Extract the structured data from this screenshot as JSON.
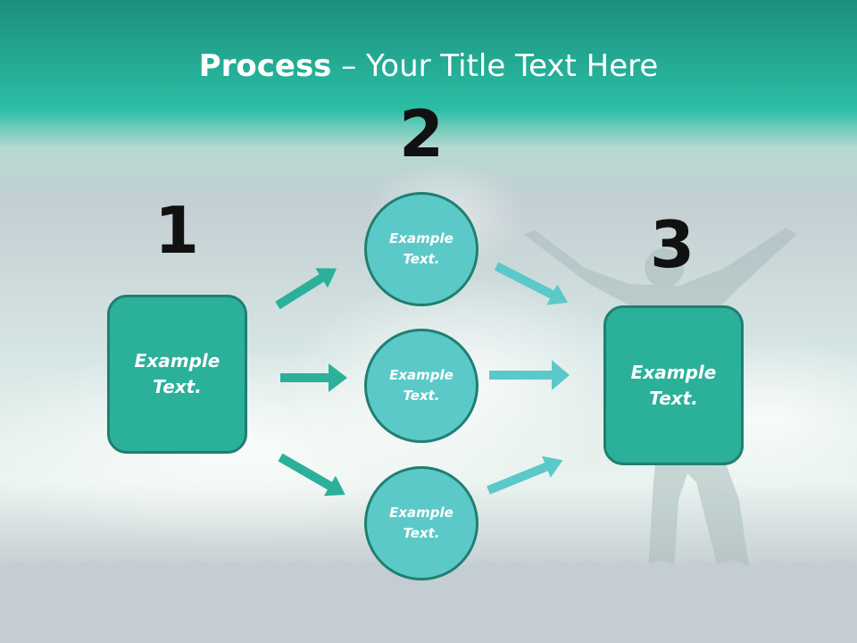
{
  "slide": {
    "title_bold": "Process",
    "title_rest": " – Your Title Text Here",
    "steps": [
      "1",
      "2",
      "3"
    ],
    "left_box": "Example\nText.",
    "right_box": "Example\nText.",
    "circles": [
      "Example\nText.",
      "Example\nText.",
      "Example\nText."
    ]
  },
  "colors": {
    "header": "#22b5a0",
    "box_fill": "#2bb09a",
    "circle_fill": "#5cc9c9",
    "outline": "#1f7f70",
    "left_arrows": "#2bb09a",
    "right_arrows": "#5cc9c9"
  }
}
